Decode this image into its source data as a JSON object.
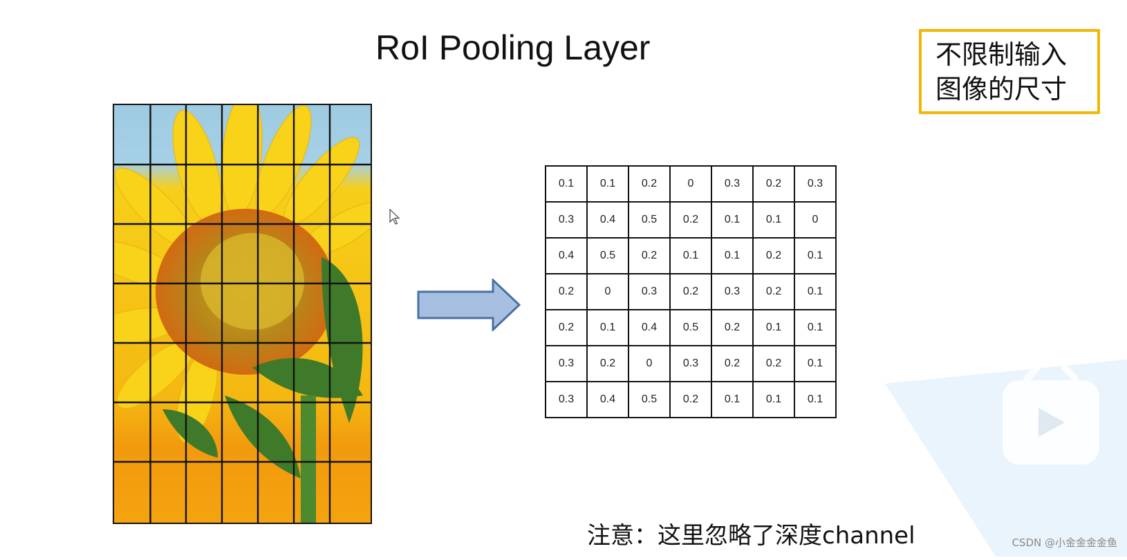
{
  "slide": {
    "title": "RoI Pooling Layer",
    "note_lines": [
      "不限制输入",
      "图像的尺寸"
    ],
    "caption": "注意：这里忽略了深度channel",
    "watermark": "CSDN @小金金金金鱼"
  },
  "image_grid": {
    "rows": 7,
    "cols": 7,
    "subject": "sunflower photo"
  },
  "arrow": {
    "direction": "right",
    "color": "#a7bfe0",
    "stroke": "#4a6fa5"
  },
  "feature_map": {
    "rows": [
      [
        "0.1",
        "0.1",
        "0.2",
        "0",
        "0.3",
        "0.2",
        "0.3"
      ],
      [
        "0.3",
        "0.4",
        "0.5",
        "0.2",
        "0.1",
        "0.1",
        "0"
      ],
      [
        "0.4",
        "0.5",
        "0.2",
        "0.1",
        "0.1",
        "0.2",
        "0.1"
      ],
      [
        "0.2",
        "0",
        "0.3",
        "0.2",
        "0.3",
        "0.2",
        "0.1"
      ],
      [
        "0.2",
        "0.1",
        "0.4",
        "0.5",
        "0.2",
        "0.1",
        "0.1"
      ],
      [
        "0.3",
        "0.2",
        "0",
        "0.3",
        "0.2",
        "0.2",
        "0.1"
      ],
      [
        "0.3",
        "0.4",
        "0.5",
        "0.2",
        "0.1",
        "0.1",
        "0.1"
      ]
    ]
  },
  "icons": {
    "cursor": "mouse-cursor-icon",
    "player": "play-button-icon"
  },
  "colors": {
    "note_border": "#f2b705",
    "sky": "#9fcbe2",
    "petal": "#f7c915",
    "orange_bg": "#f29a0e"
  }
}
